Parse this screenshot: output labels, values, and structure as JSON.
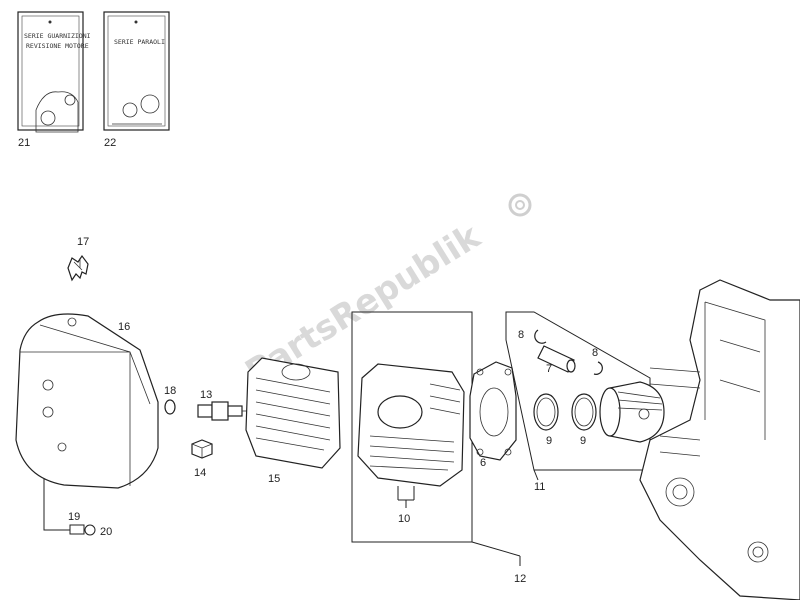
{
  "watermark": "PartsRepublik",
  "cards": {
    "card21": {
      "line1": "SERIE GUARNIZIONI",
      "line2": "REVISIONE MOTORE",
      "number": "21"
    },
    "card22": {
      "line1": "SERIE PARAOLI",
      "number": "22"
    }
  },
  "labels": {
    "l6": "6",
    "l7": "7",
    "l8a": "8",
    "l8b": "8",
    "l9a": "9",
    "l9b": "9",
    "l10": "10",
    "l11": "11",
    "l12": "12",
    "l13": "13",
    "l14": "14",
    "l15": "15",
    "l16": "16",
    "l17": "17",
    "l18": "18",
    "l19": "19",
    "l20": "20"
  }
}
